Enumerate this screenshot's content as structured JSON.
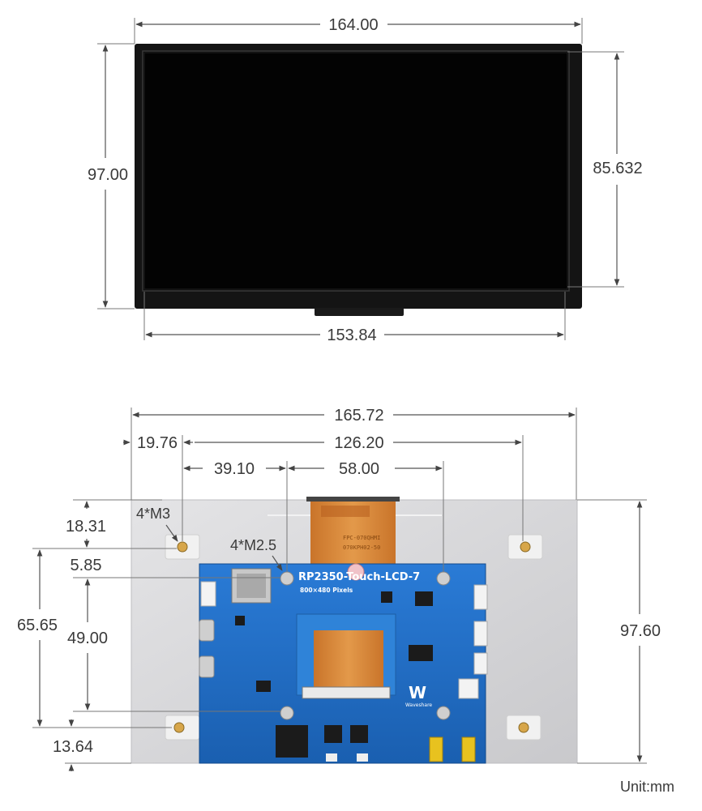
{
  "top_view": {
    "overall_width": "164.00",
    "overall_height": "97.00",
    "active_height": "85.632",
    "active_width": "153.84"
  },
  "back_view": {
    "overall_width": "165.72",
    "left_offset": "19.76",
    "hole_span": "126.20",
    "m25_offset": "39.10",
    "m25_span": "58.00",
    "top_offset": "18.31",
    "m25_top_offset": "5.85",
    "hole_vertical": "65.65",
    "m25_vertical": "49.00",
    "bottom_offset": "13.64",
    "overall_height": "97.60",
    "m3_label": "4*M3",
    "m25_label": "4*M2.5",
    "board_title": "RP2350-Touch-LCD-7",
    "board_subtitle": "800×480 Pixels",
    "brand": "Waveshare"
  },
  "unit_label": "Unit:mm",
  "colors": {
    "bezel": "#141414",
    "screen": "#050505",
    "pcb": "#1f6fc9",
    "metal": "#d8d8da",
    "fpc": "#d9893a"
  }
}
